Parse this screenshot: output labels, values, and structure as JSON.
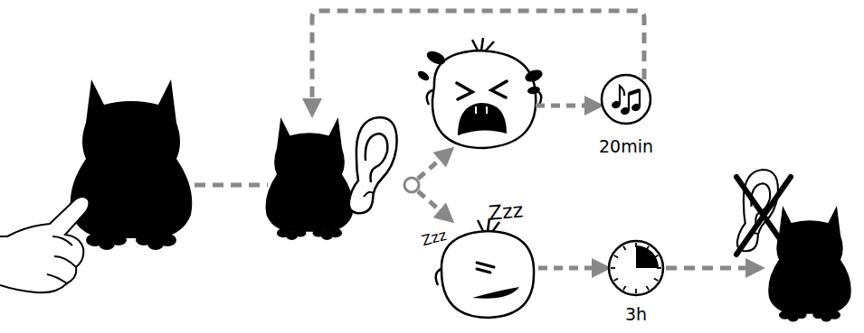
{
  "diagram": {
    "nodes": [
      {
        "text": [
          "20min"
        ]
      },
      {
        "text": [
          "3h"
        ]
      }
    ],
    "labels": [
      "Zzz",
      "Zzz"
    ]
  }
}
